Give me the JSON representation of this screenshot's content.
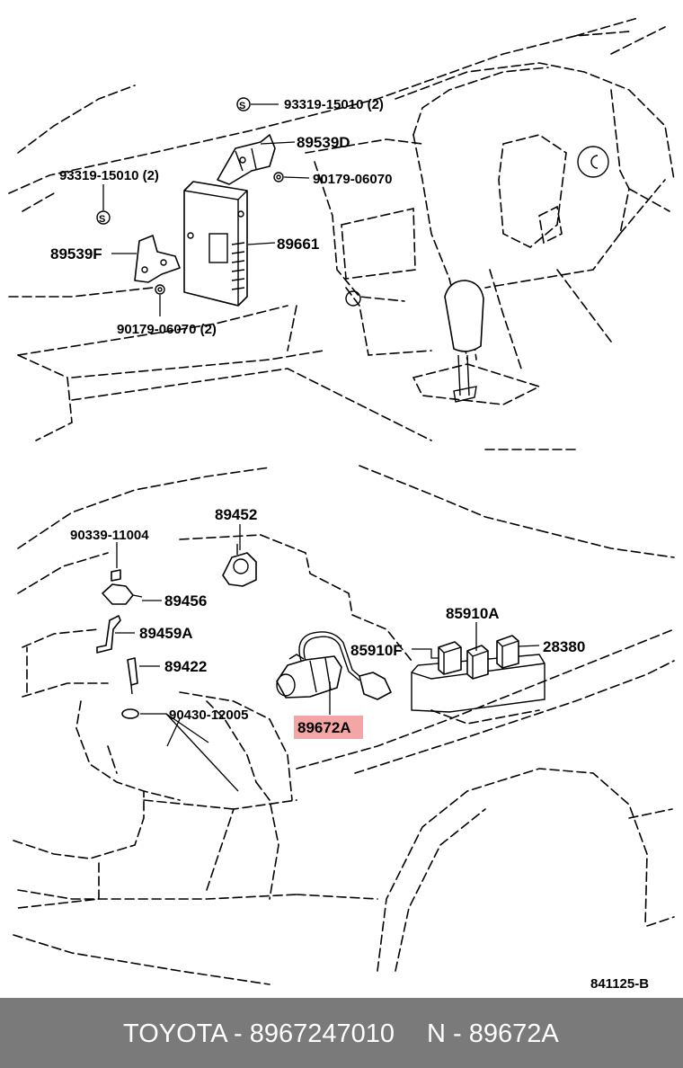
{
  "diagram_code": "841125-B",
  "highlight_color": "#f4a6a6",
  "labels": {
    "p93319_top": "93319-15010 (2)",
    "p89539D": "89539D",
    "p90179_top": "90179-06070",
    "p93319_left": "93319-15010 (2)",
    "p89661": "89661",
    "p89539F": "89539F",
    "p90179_bottom": "90179-06070 (2)",
    "p89452": "89452",
    "p90339": "90339-11004",
    "p89456": "89456",
    "p89459A": "89459A",
    "p89422": "89422",
    "p90430": "90430-12005",
    "p89672A": "89672A",
    "p85910F": "85910F",
    "p85910A": "85910A",
    "p28380": "28380"
  },
  "footer": {
    "brand_part": "TOYOTA - 8967247010",
    "ref": "N - 89672A"
  }
}
